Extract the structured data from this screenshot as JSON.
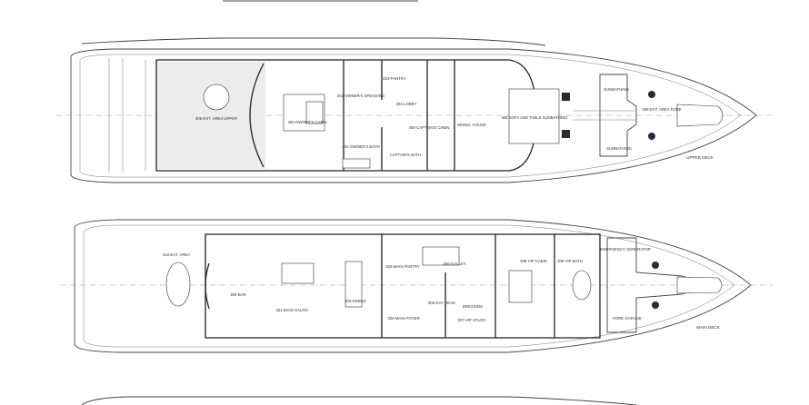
{
  "upper_deck": {
    "title": "UPPER DECK",
    "rooms": [
      "406-EXT. AREA UPPER",
      "400-OWNER'S CABIN",
      "402-OWNER'S DRESSING",
      "403-PANTRY",
      "404-LOBBY",
      "401-OWNER'S BATH",
      "CAPTAIN'S BATH",
      "405-CAPTAIN'S CABIN",
      "WHEEL HOUSE",
      "408 SOFA AND TABLE SUNBATHING",
      "SUNBATHING",
      "SUNBATHING",
      "409-EXT. AREA FORE"
    ]
  },
  "main_deck": {
    "title": "MAIN DECK",
    "rooms": [
      "310-EXT. AREA",
      "300-BAR",
      "301-MAIN SALON",
      "302-DINING",
      "304-MAIN PANTRY",
      "305-GALLEY",
      "303-MAIN FOYER",
      "306-DAY HEAD",
      "DRESSING",
      "307-VIP STUDY",
      "308-VIP CABIN",
      "309-VIP BATH",
      "EMERGENCY GENERATOR",
      "FORE GARAGE"
    ]
  }
}
